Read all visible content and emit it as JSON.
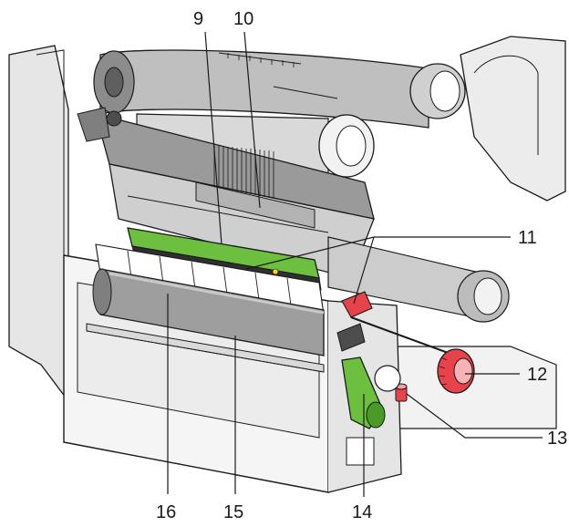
{
  "callouts": [
    {
      "id": "9",
      "text": "9"
    },
    {
      "id": "10",
      "text": "10"
    },
    {
      "id": "11",
      "text": "11"
    },
    {
      "id": "12",
      "text": "12"
    },
    {
      "id": "13",
      "text": "13"
    },
    {
      "id": "14",
      "text": "14"
    },
    {
      "id": "15",
      "text": "15"
    },
    {
      "id": "16",
      "text": "16"
    }
  ],
  "colors": {
    "outline": "#1a1a1a",
    "grey_dark": "#7f7f7f",
    "grey_mid": "#a6a6a6",
    "grey_light": "#d9d9d9",
    "green": "#6cbf3f",
    "red": "#e8424a"
  }
}
